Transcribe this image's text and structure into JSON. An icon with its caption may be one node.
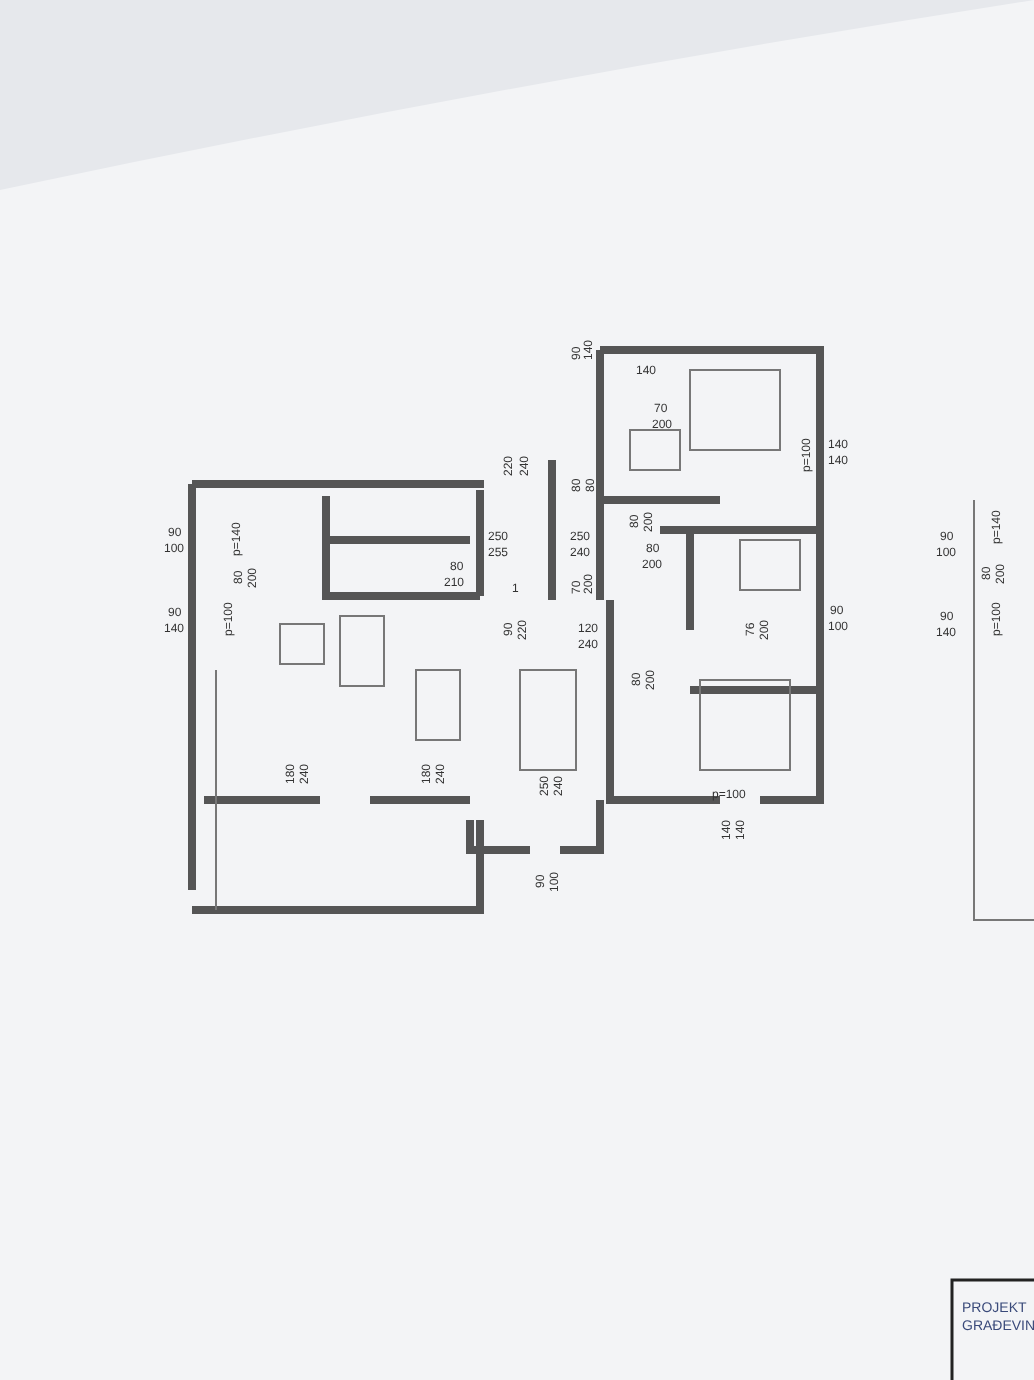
{
  "diagram": {
    "labels": [
      "220",
      "240",
      "90",
      "140",
      "140",
      "70",
      "200",
      "p=100",
      "140",
      "140",
      "80",
      "80",
      "90",
      "100",
      "p=140",
      "80",
      "210",
      "250",
      "255",
      "250",
      "240",
      "80",
      "200",
      "80",
      "200",
      "80",
      "200",
      "1",
      "90",
      "140",
      "p=100",
      "70",
      "200",
      "90",
      "220",
      "120",
      "240",
      "76",
      "200",
      "90",
      "100",
      "80",
      "200",
      "180",
      "240",
      "180",
      "240",
      "250",
      "240",
      "p=100",
      "140",
      "140",
      "90",
      "100",
      "90",
      "100",
      "p=140",
      "80",
      "200",
      "90",
      "140",
      "p=100",
      "PROJEKT",
      "GRAĐEVIN"
    ]
  }
}
